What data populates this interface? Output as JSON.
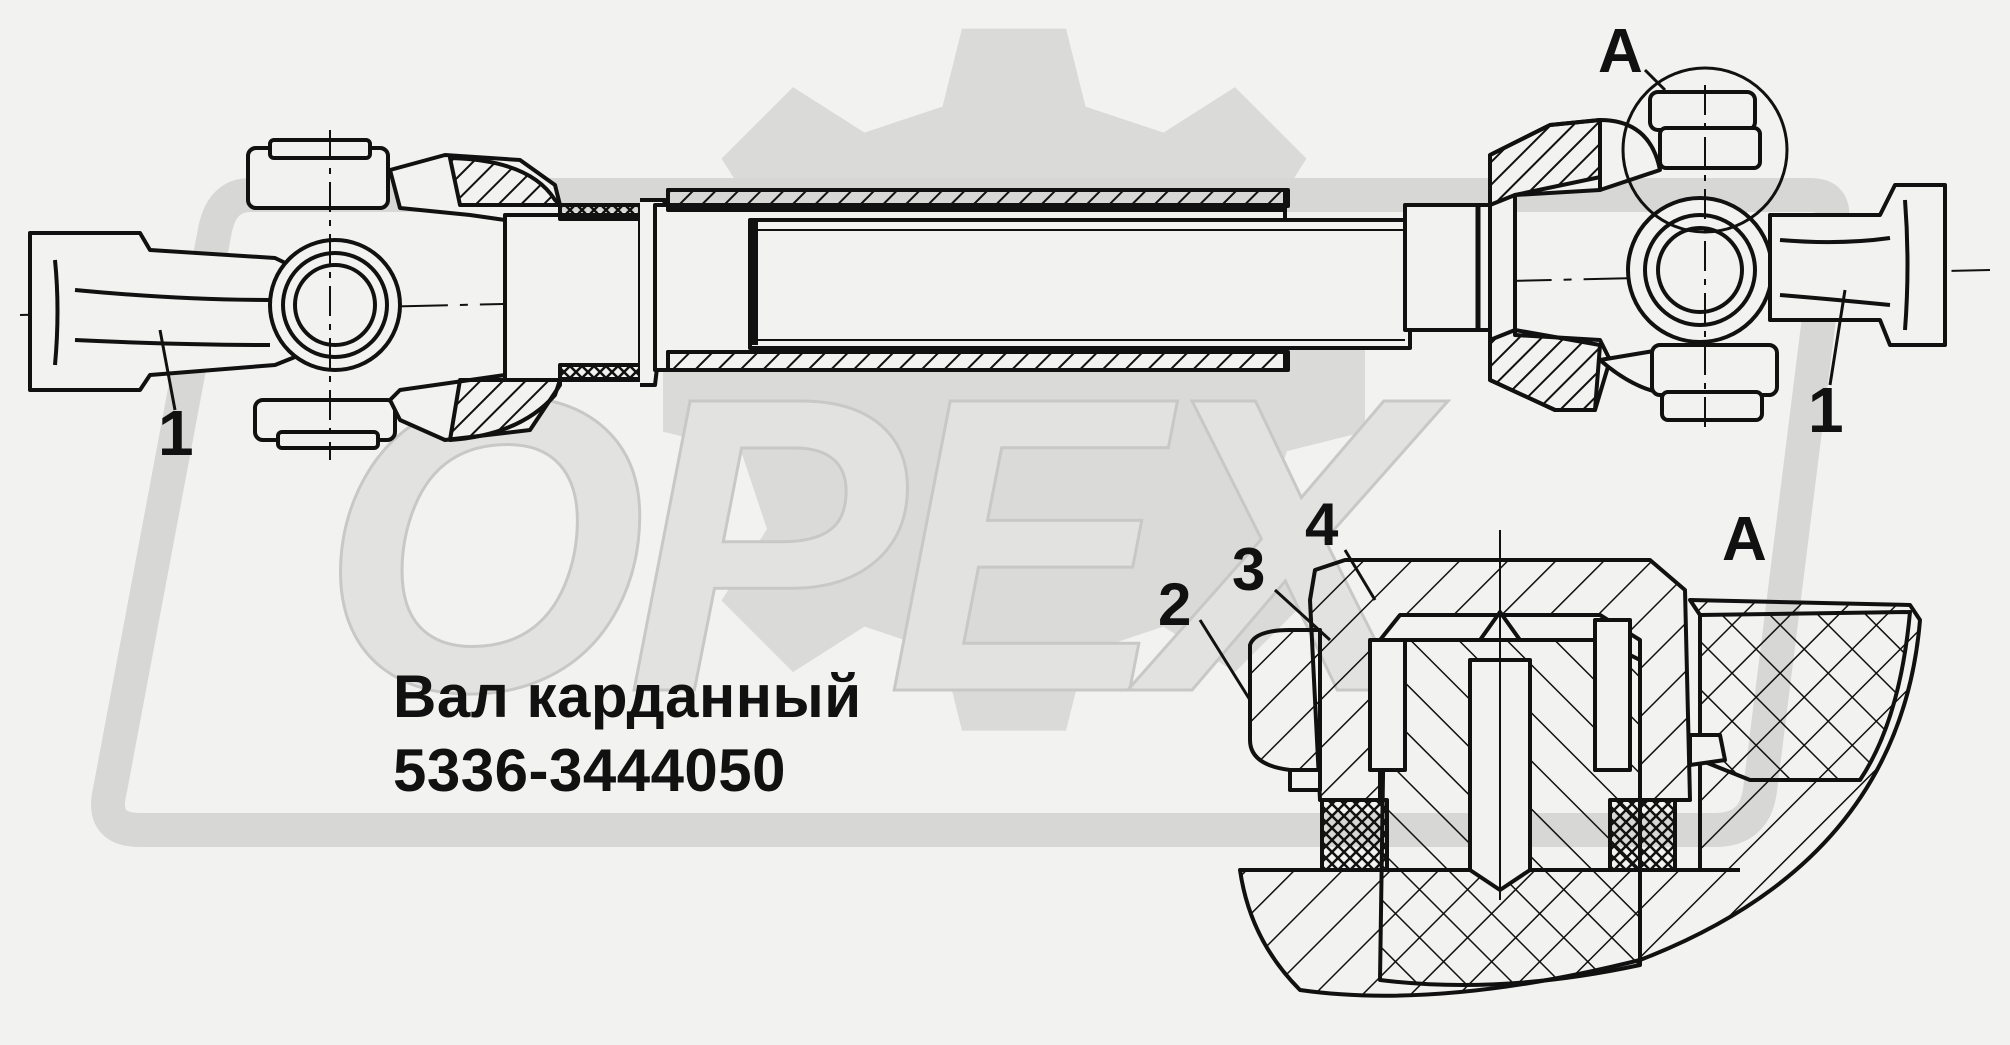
{
  "watermark": {
    "text": "OPEX",
    "color": "#d7d7d5"
  },
  "callouts": {
    "left_1": "1",
    "right_1": "1",
    "view_a_top": "A",
    "view_a_detail": "A",
    "item_2": "2",
    "item_3": "3",
    "item_4": "4"
  },
  "caption": {
    "name": "Вал карданный",
    "part_number": "5336-3444050"
  },
  "colors": {
    "line": "#111111",
    "background": "#f2f2f0",
    "part_fill": "#f2f2f0"
  }
}
